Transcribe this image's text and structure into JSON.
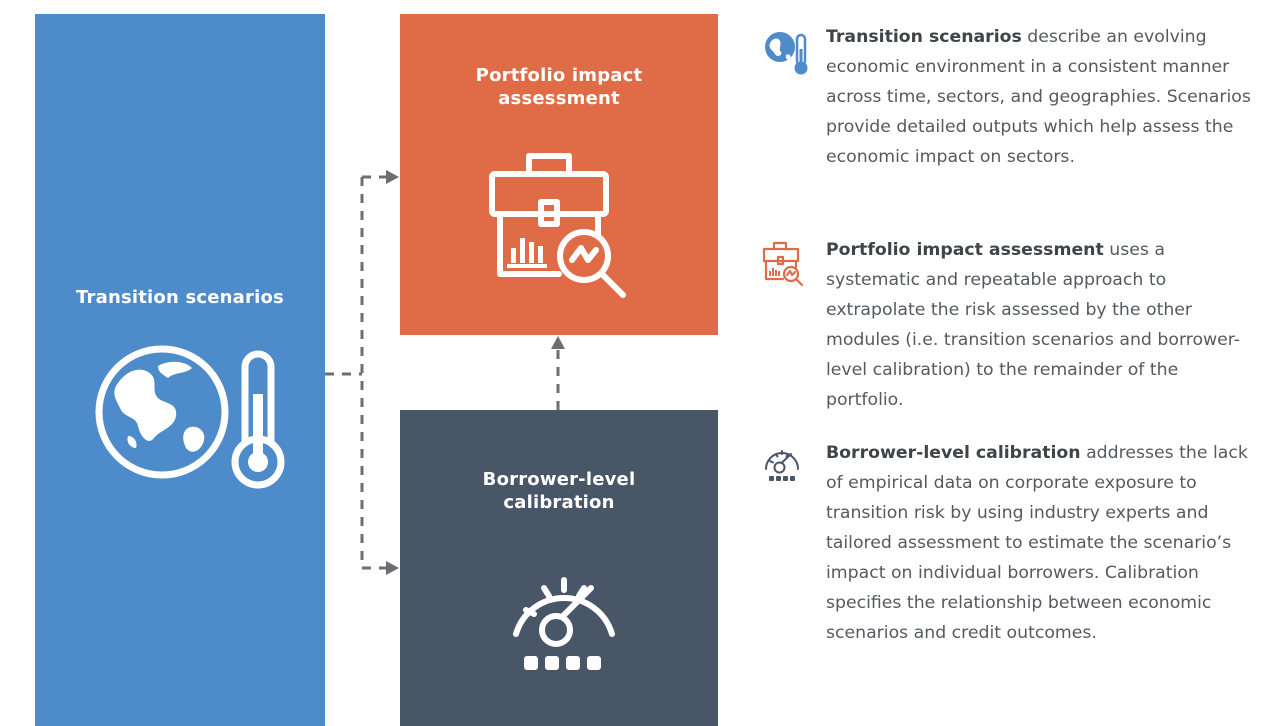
{
  "colors": {
    "blue": "#4e8bca",
    "orange": "#e06c47",
    "slate": "#485668",
    "connector": "#6b6e72",
    "body_text": "#555a60"
  },
  "panels": {
    "transition": {
      "title": "Transition scenarios",
      "icon": "globe-thermometer-icon"
    },
    "portfolio": {
      "title": "Portfolio impact assessment",
      "icon": "briefcase-magnifier-icon"
    },
    "borrower": {
      "title": "Borrower-level calibration",
      "icon": "gauge-icon"
    }
  },
  "descriptions": [
    {
      "icon": "globe-thermometer-icon",
      "term": "Transition scenarios",
      "text": "describe an evolving economic environment in a consistent manner across time, sectors, and geographies. Scenarios provide detailed outputs which help assess the economic impact on sectors."
    },
    {
      "icon": "briefcase-magnifier-icon",
      "term": "Portfolio impact assessment",
      "text": "uses a systematic and repeatable approach to extrapolate the risk assessed by the other modules (i.e. transition scenarios and borrower-level calibration) to the remainder of the portfolio."
    },
    {
      "icon": "gauge-icon",
      "term": "Borrower-level calibration",
      "text": "addresses the lack of empirical data on corporate exposure to transition risk by using industry experts and tailored assessment to estimate the scenario’s impact on individual borrowers. Calibration specifies the relationship between economic scenarios and credit outcomes."
    }
  ]
}
